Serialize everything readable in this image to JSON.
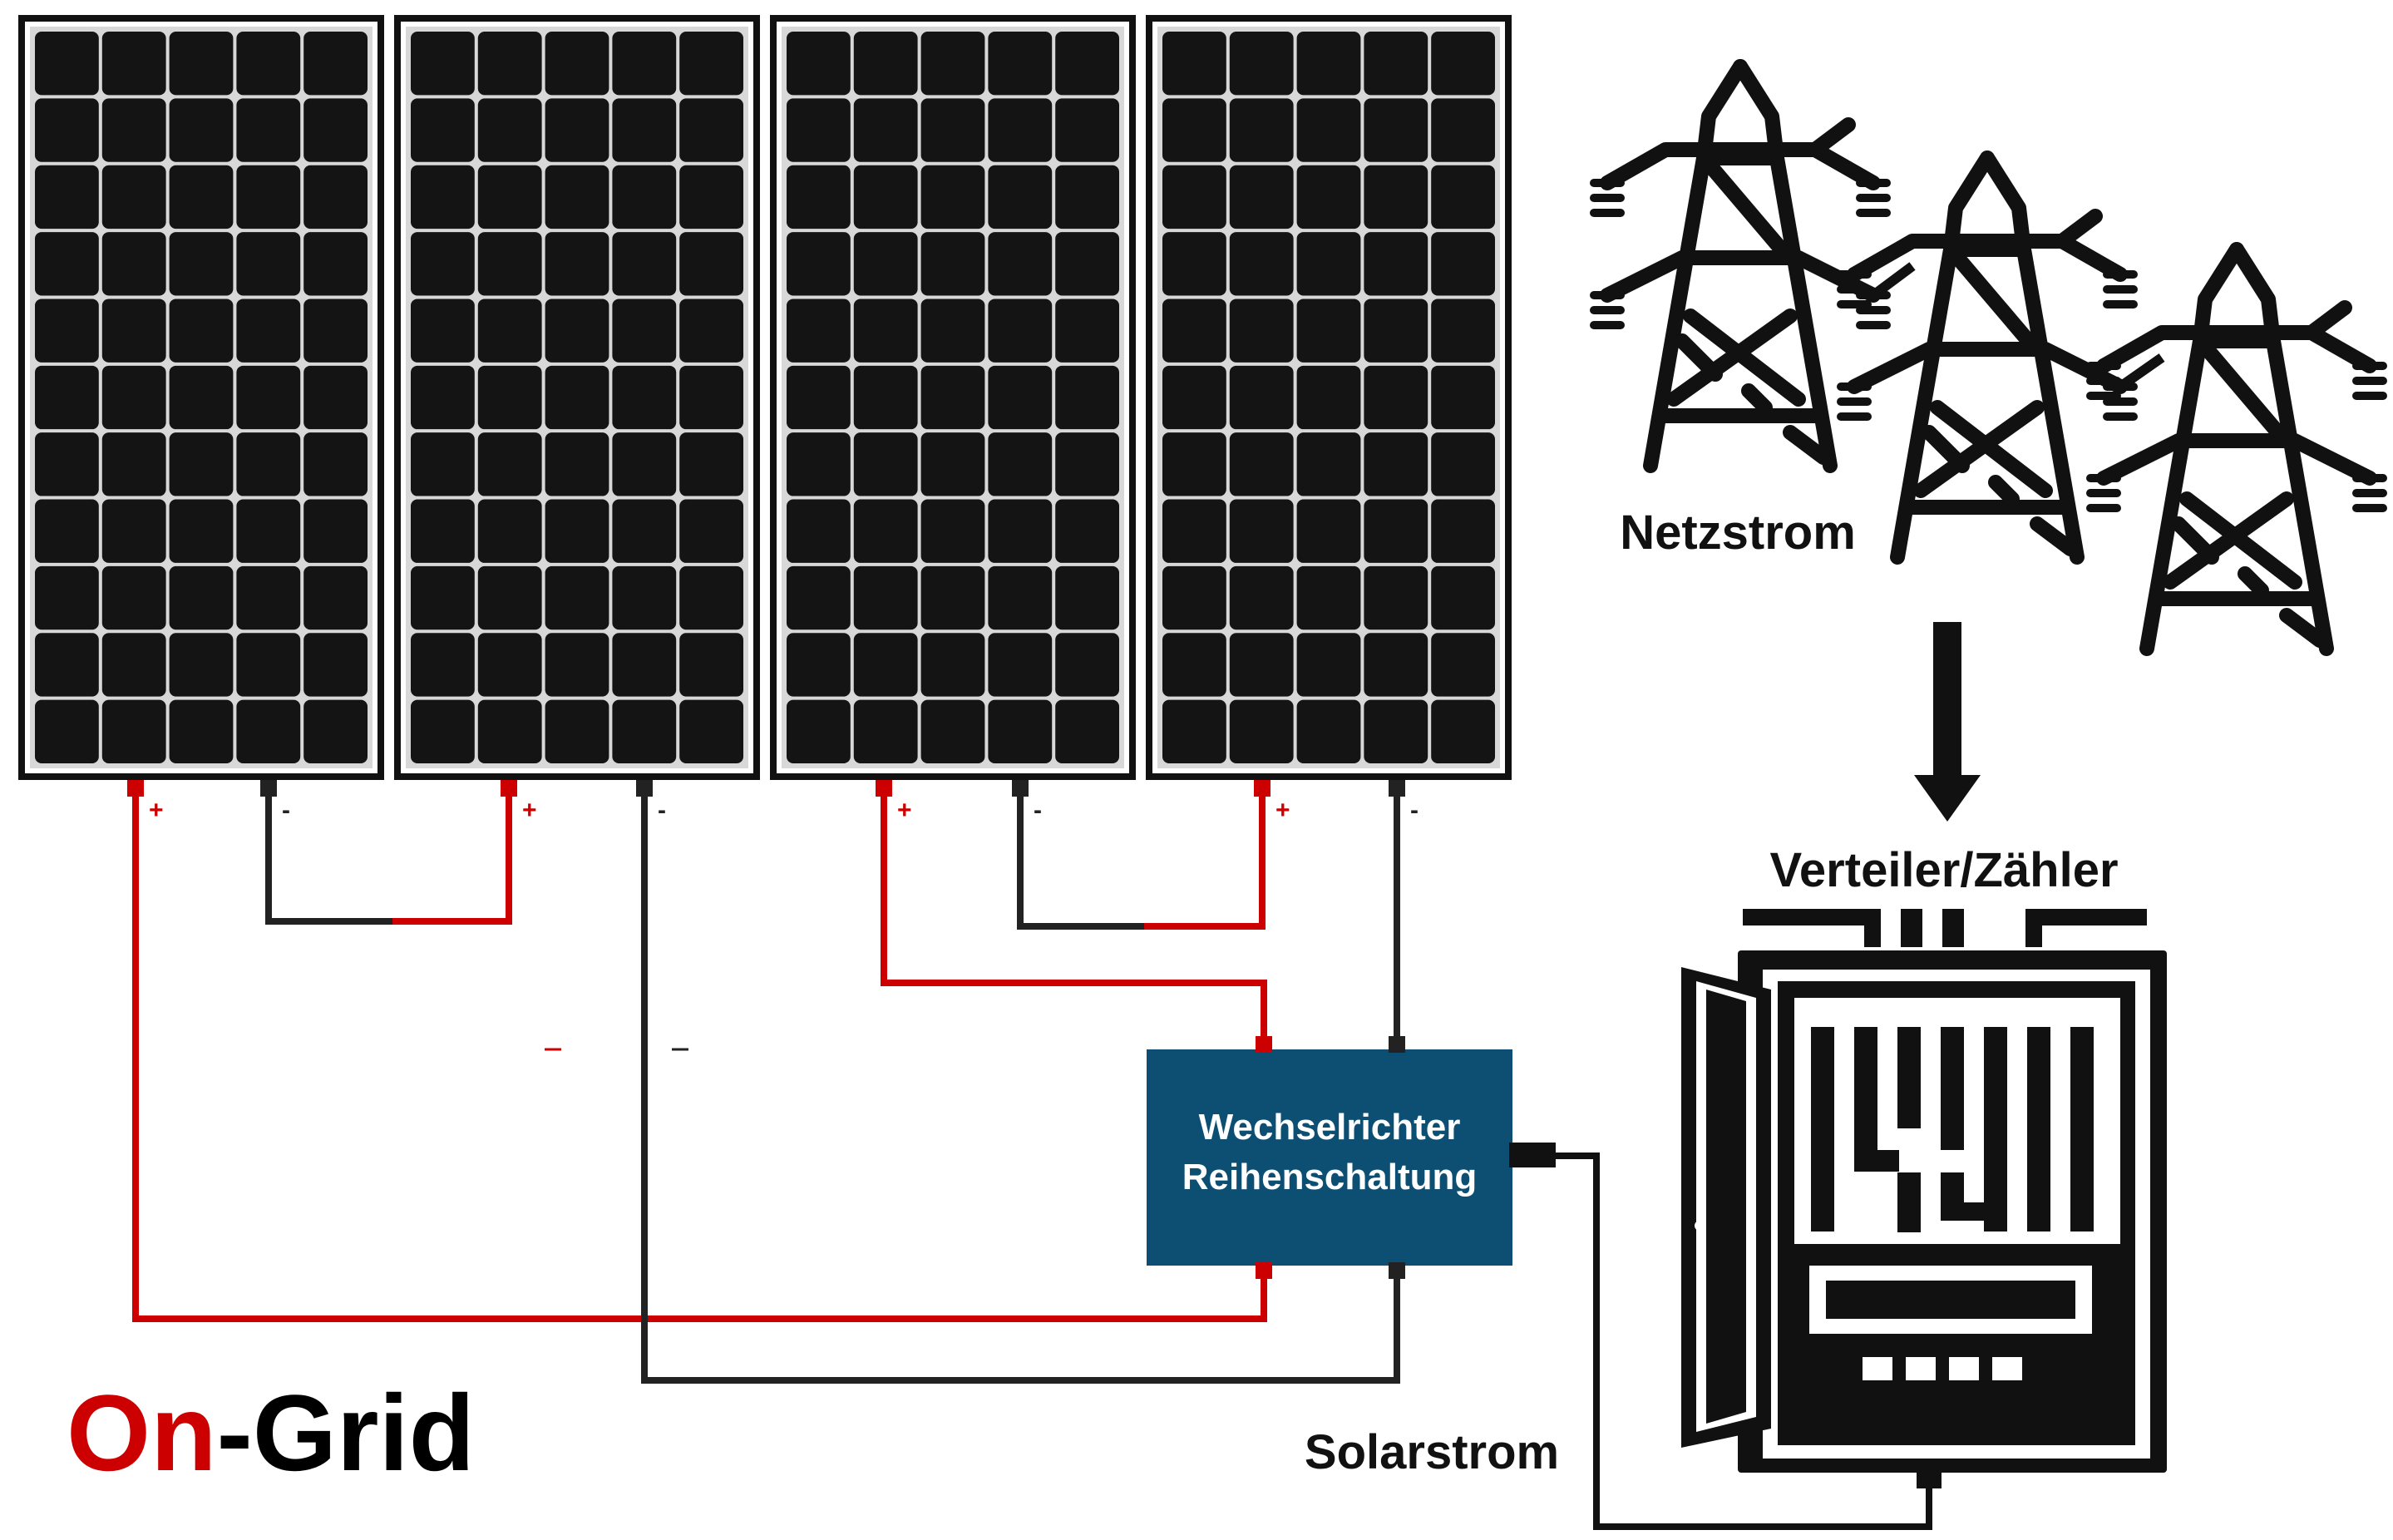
{
  "labels": {
    "netzstrom": "Netzstrom",
    "verteiler": "Verteiler/Zähler",
    "inverter_line1": "Wechselrichter",
    "inverter_line2": "Reihenschaltung",
    "solarstrom": "Solarstrom",
    "on": "On",
    "grid": "-Grid"
  },
  "terminals": {
    "plus": "+",
    "minus": "-"
  },
  "panels": {
    "count": 4,
    "cell_columns": 5,
    "cell_rows": 11
  },
  "colors": {
    "positive_wire": "#cc0000",
    "negative_wire": "#222222",
    "inverter_fill": "#0d4f73",
    "inverter_text": "#ffffff",
    "cell_fill": "#141414",
    "frame": "#111111",
    "title_on": "#cc0000",
    "title_grid": "#000000"
  }
}
